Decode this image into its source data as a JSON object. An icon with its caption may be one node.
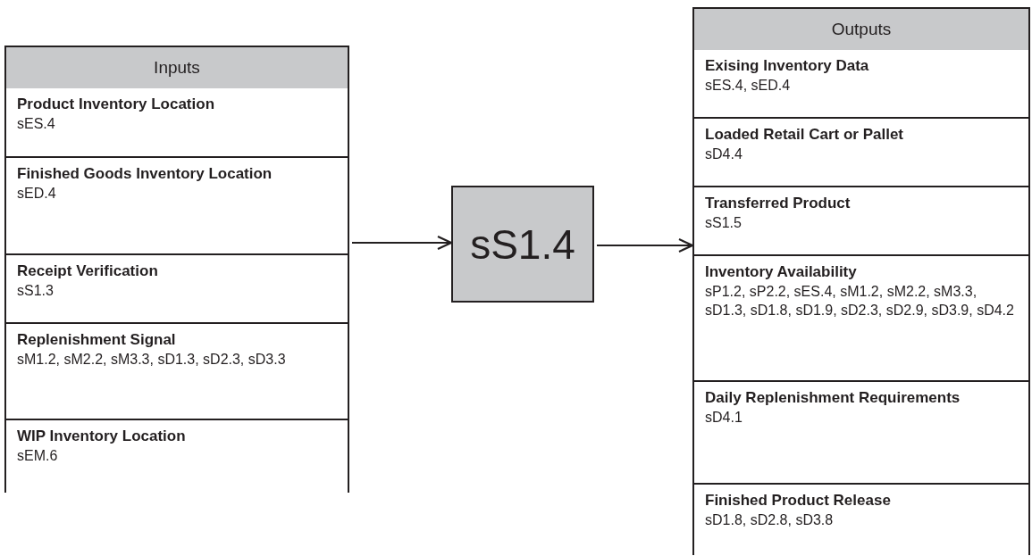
{
  "diagram": {
    "nodes": [
      {
        "text": [
          "Inputs"
        ]
      },
      {
        "text": [
          "Product Inventory Location",
          "sES.4"
        ],
        "in": 0
      },
      {
        "text": [
          "Finished Goods Inventory Location",
          "sED.4"
        ],
        "in": 0
      },
      {
        "text": [
          "Receipt Verification",
          "sS1.3"
        ],
        "in": 0
      },
      {
        "text": [
          "Replenishment Signal",
          "sM1.2, sM2.2, sM3.3, sD1.3, sD2.3, sD3.3"
        ],
        "in": 0
      },
      {
        "text": [
          "WIP Inventory Location",
          "sEM.6"
        ],
        "in": 0
      },
      {
        "text": [
          "sS1.4"
        ]
      },
      {
        "text": [
          "Outputs"
        ]
      },
      {
        "text": [
          "Exising Inventory Data",
          "sES.4, sED.4"
        ],
        "in": 7
      },
      {
        "text": [
          "Loaded Retail Cart or Pallet",
          "sD4.4"
        ],
        "in": 7
      },
      {
        "text": [
          "Transferred Product",
          "sS1.5"
        ],
        "in": 7
      },
      {
        "text": [
          "Inventory Availability",
          "sP1.2, sP2.2, sES.4, sM1.2, sM2.2, sM3.3, sD1.3, sD1.8, sD1.9, sD2.3, sD2.9, sD3.9, sD4.2"
        ],
        "in": 7
      },
      {
        "text": [
          "Daily Replenishment Requirements",
          "sD4.1"
        ],
        "in": 7
      },
      {
        "text": [
          "Finished Product Release",
          "sD1.8, sD2.8, sD3.8"
        ],
        "in": 7
      }
    ],
    "edges": [
      {
        "from": 0,
        "to": 6,
        "arrow": "to"
      },
      {
        "from": 6,
        "to": 7,
        "arrow": "to"
      }
    ]
  }
}
